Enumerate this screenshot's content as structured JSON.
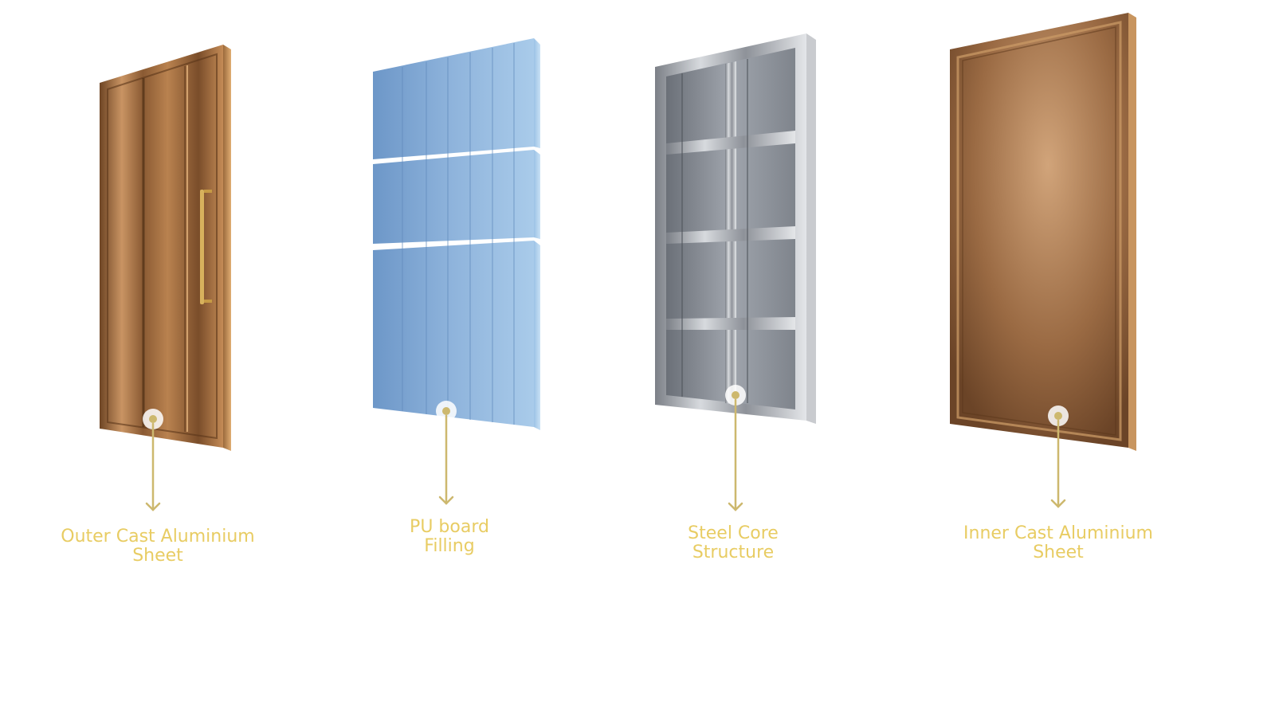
{
  "layers": [
    {
      "label_line1": "Outer Cast Aluminium",
      "label_line2": "Sheet"
    },
    {
      "label_line1": "PU board",
      "label_line2": "Filling"
    },
    {
      "label_line1": "Steel Core",
      "label_line2": "Structure"
    },
    {
      "label_line1": "Inner Cast Aluminium",
      "label_line2": "Sheet"
    }
  ],
  "colors": {
    "accent": "#e8cc63",
    "pointer": "#cdb86e",
    "bronze": "#a8713f",
    "foam": "#8fb4dc",
    "steel": "#a9adb3"
  },
  "icons": [
    "door-handle-icon",
    "marker-dot-icon",
    "down-arrow-icon"
  ]
}
